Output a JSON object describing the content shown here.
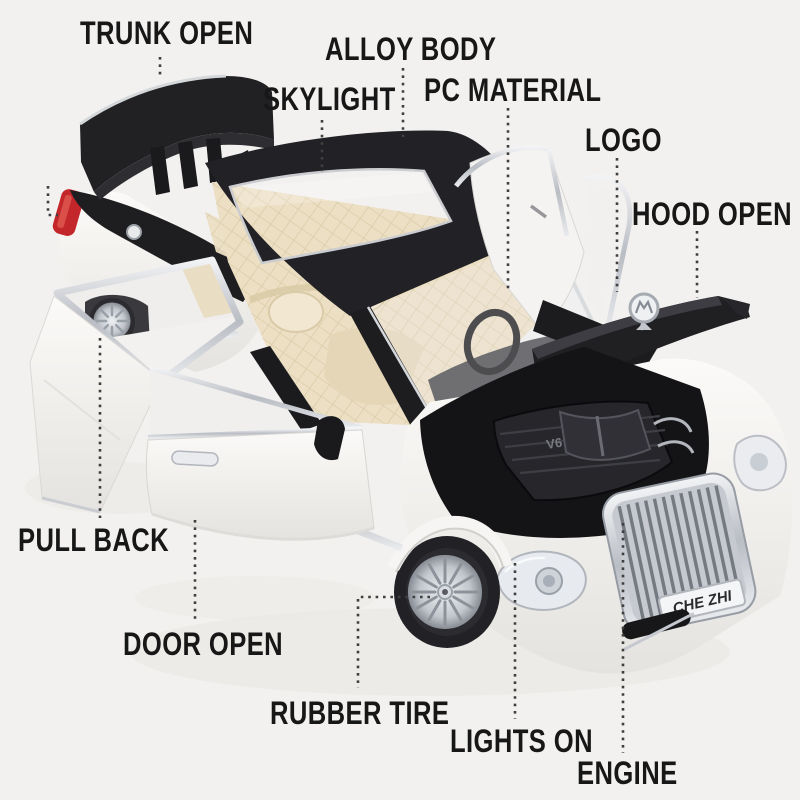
{
  "background_color": "#f2f1ef",
  "annotation": {
    "text_color": "#171717",
    "line_color": "#3f3f3f",
    "line_style": "dotted"
  },
  "labels": [
    {
      "id": "trunk-open",
      "text": "TRUNK OPEN"
    },
    {
      "id": "alloy-body",
      "text": "ALLOY BODY"
    },
    {
      "id": "skylight",
      "text": "SKYLIGHT"
    },
    {
      "id": "pc-material",
      "text": "PC MATERIAL"
    },
    {
      "id": "logo",
      "text": "LOGO"
    },
    {
      "id": "hood-open",
      "text": "HOOD OPEN"
    },
    {
      "id": "pull-back",
      "text": "PULL BACK"
    },
    {
      "id": "door-open",
      "text": "DOOR OPEN"
    },
    {
      "id": "rubber-tire",
      "text": "RUBBER TIRE"
    },
    {
      "id": "lights-on",
      "text": "LIGHTS ON"
    },
    {
      "id": "engine",
      "text": "ENGINE"
    }
  ],
  "car": {
    "license_plate": "CHE ZHI",
    "engine_badge": "V6",
    "body_color": "#f6f5f3",
    "roof_color": "#222226",
    "interior_color": "#ecdfc4",
    "taillight_color": "#c3272b",
    "chrome_color": "#d9dcdf"
  }
}
